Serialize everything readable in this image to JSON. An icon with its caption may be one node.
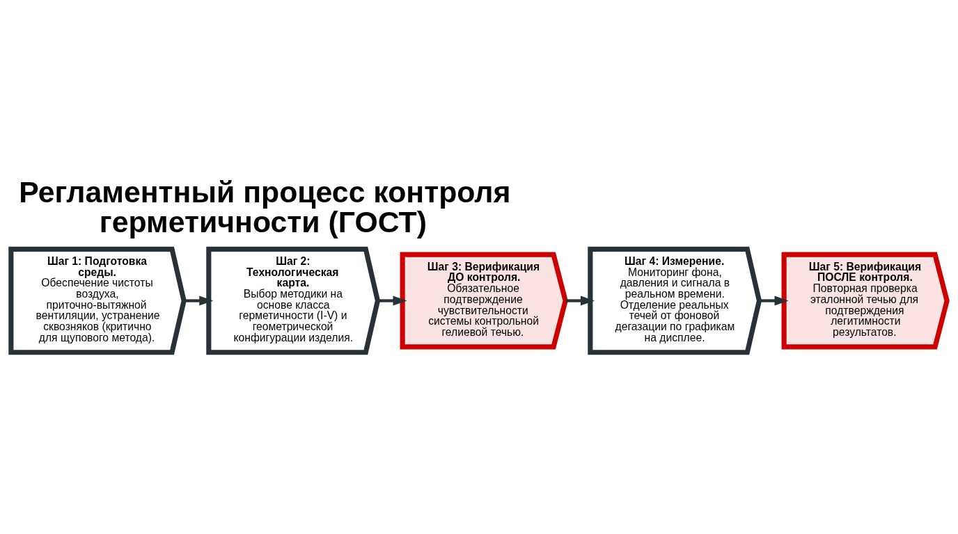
{
  "diagram": {
    "title": "Регламентный процесс контроля герметичности (ГОСТ)",
    "nodes": [
      {
        "text": [
          "Шаг 1: Подготовка среды.",
          "Обеспечение чистоты воздуха, приточно-вытяжной вентиляции, устранение сквозняков (критично для щупового метода)."
        ]
      },
      {
        "text": [
          "Шаг 2: Технологическая карта.",
          "Выбор методики на основе класса герметичности (I-V) и геометрической конфигурации изделия."
        ]
      },
      {
        "text": [
          "Шаг 3: Верификация ДО контроля.",
          "Обязательное подтверждение чувствительности системы контрольной гелиевой течью."
        ]
      },
      {
        "text": [
          "Шаг 4: Измерение.",
          "Мониторинг фона, давления и сигнала в реальном времени. Отделение реальных течей от фоновой дегазации по графикам на дисплее."
        ]
      },
      {
        "text": [
          "Шаг 5: Верификация ПОСЛЕ контроля.",
          "Повторная проверка эталонной течью для подтверждения легитимности результатов."
        ]
      }
    ],
    "edges": [
      {
        "from": 0,
        "to": 1,
        "arrow": "to"
      },
      {
        "from": 1,
        "to": 2,
        "arrow": "to"
      },
      {
        "from": 2,
        "to": 3,
        "arrow": "to"
      },
      {
        "from": 3,
        "to": 4,
        "arrow": "to"
      }
    ]
  }
}
